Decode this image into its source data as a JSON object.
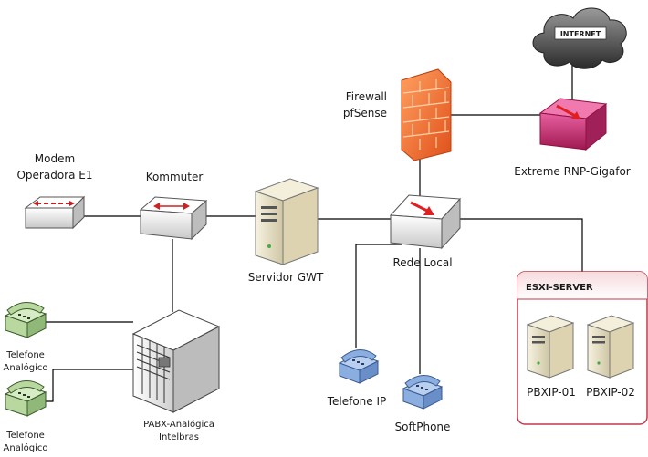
{
  "labels": {
    "internet": "INTERNET",
    "firewall_1": "Firewall",
    "firewall_2": "pfSense",
    "extreme": "Extreme RNP-Gigafor",
    "modem_1": "Modem",
    "modem_2": "Operadora E1",
    "kommuter": "Kommuter",
    "servidor": "Servidor GWT",
    "rede_local": "Rede Local",
    "esxi": "ESXI-SERVER",
    "pbx01": "PBXIP-01",
    "pbx02": "PBXIP-02",
    "tel_ip": "Telefone IP",
    "softphone": "SoftPhone",
    "tel_ana1_1": "Telefone",
    "tel_ana1_2": "Analógico",
    "tel_ana2_1": "Telefone",
    "tel_ana2_2": "Analógico",
    "pabx_1": "PABX-Analógica",
    "pabx_2": "Intelbras"
  },
  "colors": {
    "cloud": "#3a3a3a",
    "firewall": "#f07a2a",
    "extreme": "#c8306e",
    "switch": "#e6e6e6",
    "arrow": "#e02020",
    "server": "#e8e0c4",
    "phone_analog": "#b8d8a0",
    "phone_ip": "#8aaee0",
    "esxi_border": "#c0394b",
    "esxi_header": "#f2d4d6"
  }
}
